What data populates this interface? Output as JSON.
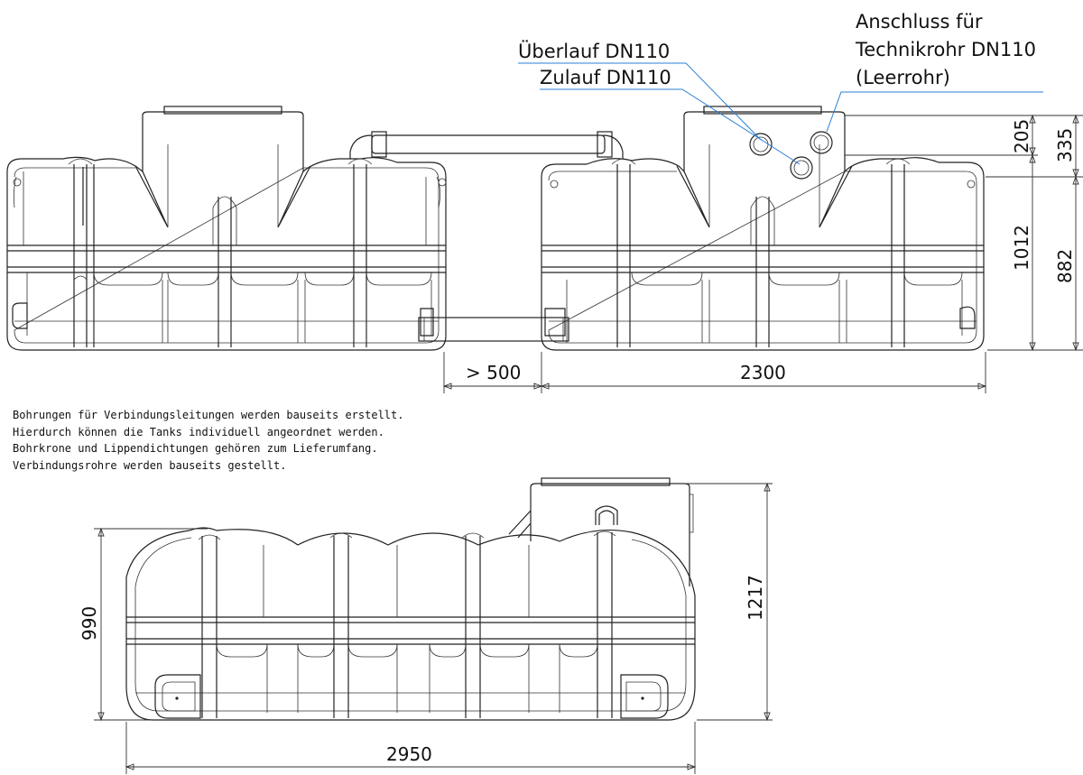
{
  "labels": {
    "overflow": "Überlauf DN110",
    "inlet": "Zulauf DN110",
    "conduit_line1": "Anschluss für",
    "conduit_line2": "Technikrohr DN110",
    "conduit_line3": "(Leerrohr)"
  },
  "dimensions": {
    "top_gap": "> 500",
    "top_length": "2300",
    "dim_205": "205",
    "dim_335": "335",
    "dim_1012": "1012",
    "dim_882": "882",
    "side_height": "990",
    "side_total_height": "1217",
    "side_length": "2950"
  },
  "notes": [
    "Bohrungen für Verbindungsleitungen werden bauseits erstellt.",
    "Hierdurch können die Tanks individuell angeordnet werden.",
    "Bohrkrone und Lippendichtungen gehören zum Lieferumfang.",
    "Verbindungsrohre werden bauseits gestellt."
  ],
  "colors": {
    "line": "#222222",
    "leader": "#2a7fd4"
  }
}
